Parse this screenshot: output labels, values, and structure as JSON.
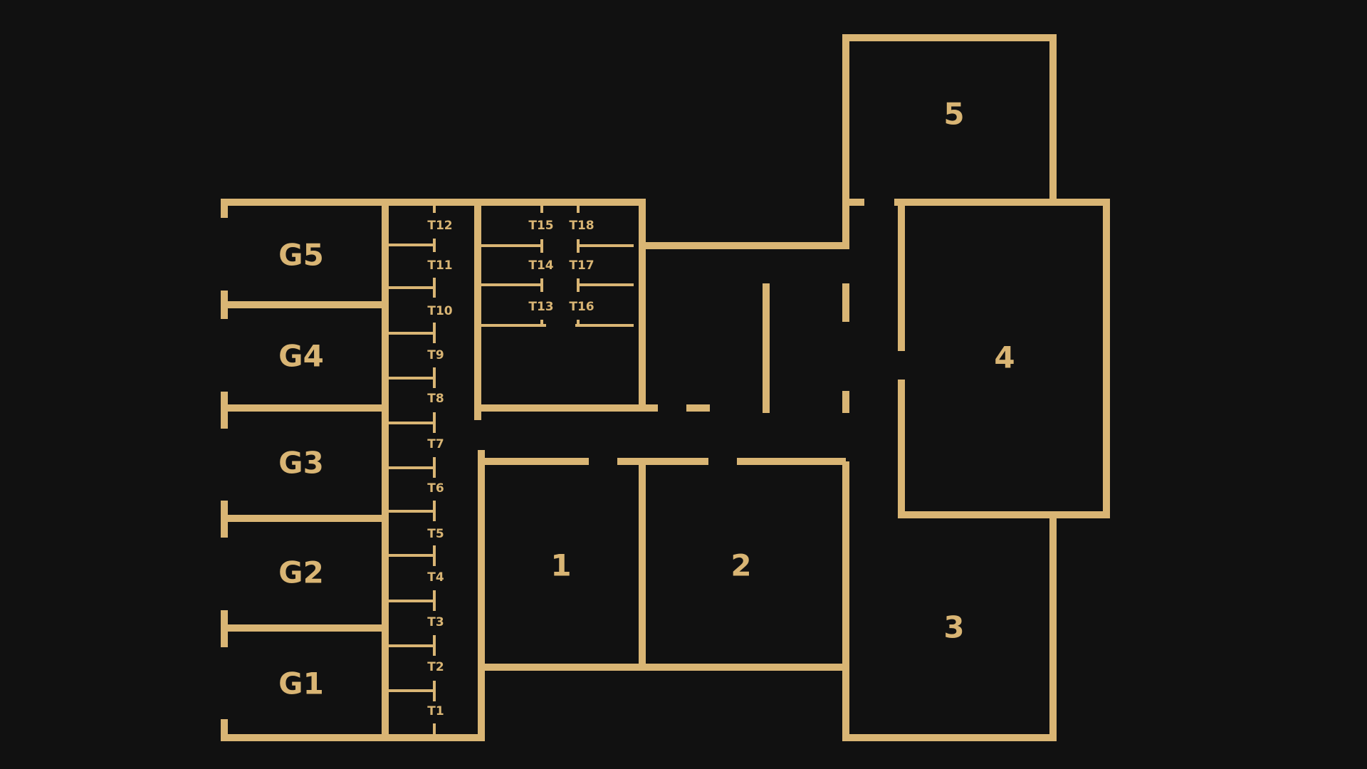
{
  "colors": {
    "background": "#111111",
    "walls": "#D9B574",
    "labels": "#D9B574"
  },
  "rooms": {
    "g5": "G5",
    "g4": "G4",
    "g3": "G3",
    "g2": "G2",
    "g1": "G1",
    "r1": "1",
    "r2": "2",
    "r3": "3",
    "r4": "4",
    "r5": "5"
  },
  "toilets": {
    "t1": "T1",
    "t2": "T2",
    "t3": "T3",
    "t4": "T4",
    "t5": "T5",
    "t6": "T6",
    "t7": "T7",
    "t8": "T8",
    "t9": "T9",
    "t10": "T10",
    "t11": "T11",
    "t12": "T12",
    "t13": "T13",
    "t14": "T14",
    "t15": "T15",
    "t16": "T16",
    "t17": "T17",
    "t18": "T18"
  }
}
